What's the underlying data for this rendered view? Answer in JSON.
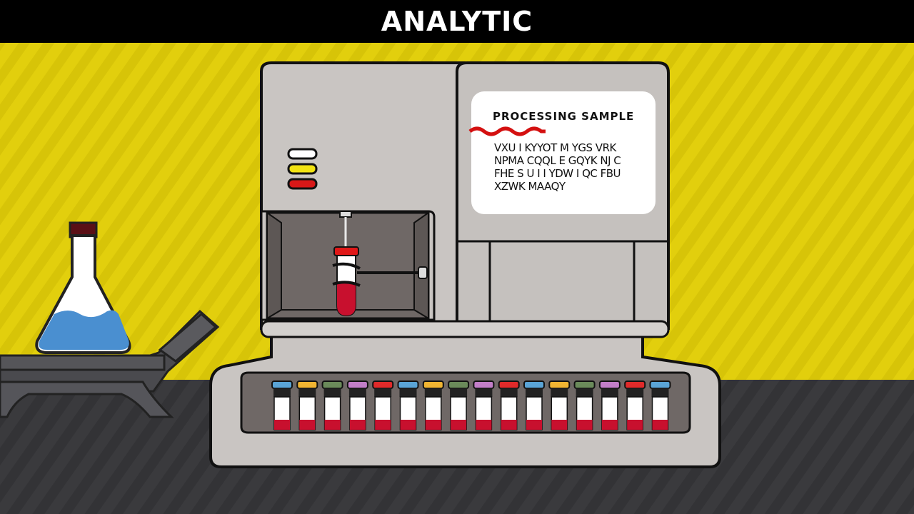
{
  "header": {
    "title": "ANALYTIC"
  },
  "analyzer": {
    "screen": {
      "title": "PROCESSING SAMPLE",
      "lines": [
        "VXU I KYYOT M YGS VRK",
        "NPMA CQQL E GQYK NJ C",
        "FHE S U I I YDW I QC FBU",
        "XZWK MAAQY"
      ]
    },
    "indicator_lights": [
      "#ffffff",
      "#f2e312",
      "#d81818"
    ],
    "rack_cap_colors": [
      "#5aa4d6",
      "#f0b432",
      "#6a8a5a",
      "#c27ec8",
      "#e02a2a",
      "#5aa4d6",
      "#f0b432",
      "#6a8a5a",
      "#c27ec8",
      "#e02a2a",
      "#5aa4d6",
      "#f0b432",
      "#6a8a5a",
      "#c27ec8",
      "#e02a2a",
      "#5aa4d6"
    ]
  },
  "colors": {
    "background_yellow": "#e2cf0d",
    "floor": "#3a3a3d",
    "machine": "#c9c5c2",
    "blood": "#c8102e"
  }
}
